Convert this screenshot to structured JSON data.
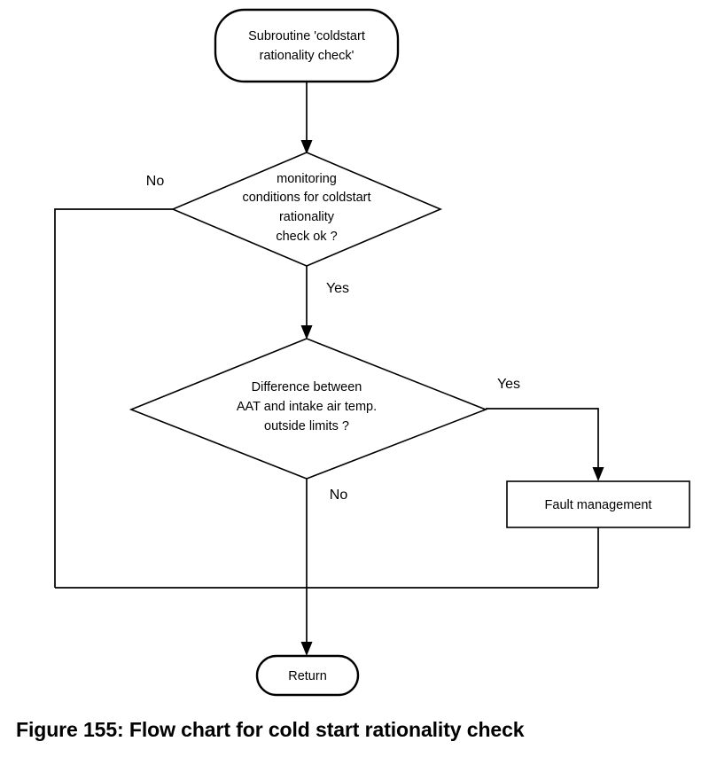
{
  "figure": {
    "caption": "Figure 155: Flow chart for cold start rationality check",
    "background_color": "#ffffff",
    "line_color": "#000000"
  },
  "chart_data": {
    "type": "diagram",
    "diagram_kind": "flowchart",
    "title": "Figure 155: Flow chart for cold start rationality check",
    "nodes": [
      {
        "id": "start",
        "shape": "terminal",
        "lines": [
          "Subroutine 'coldstart",
          "rationality check'"
        ],
        "text": "Subroutine 'coldstart rationality check'"
      },
      {
        "id": "decision1",
        "shape": "diamond",
        "lines": [
          "monitoring",
          "conditions for coldstart",
          "rationality",
          "check ok ?"
        ],
        "text": "monitoring conditions for coldstart rationality check ok ?"
      },
      {
        "id": "decision2",
        "shape": "diamond",
        "lines": [
          "Difference between",
          "AAT and intake air temp.",
          "outside limits ?"
        ],
        "text": "Difference between AAT and intake air temp. outside limits ?"
      },
      {
        "id": "fault",
        "shape": "process",
        "lines": [
          "Fault management"
        ],
        "text": "Fault management"
      },
      {
        "id": "return",
        "shape": "terminal",
        "lines": [
          "Return"
        ],
        "text": "Return"
      }
    ],
    "edges": [
      {
        "from": "start",
        "to": "decision1",
        "label": ""
      },
      {
        "from": "decision1",
        "to": "merge",
        "label": "No"
      },
      {
        "from": "decision1",
        "to": "decision2",
        "label": "Yes"
      },
      {
        "from": "decision2",
        "to": "fault",
        "label": "Yes"
      },
      {
        "from": "decision2",
        "to": "merge",
        "label": "No"
      },
      {
        "from": "fault",
        "to": "merge",
        "label": ""
      },
      {
        "from": "merge",
        "to": "return",
        "label": ""
      }
    ],
    "edge_labels": {
      "decision1_no": "No",
      "decision1_yes": "Yes",
      "decision2_yes": "Yes",
      "decision2_no": "No"
    }
  },
  "nodes": {
    "start": {
      "line1": "Subroutine 'coldstart",
      "line2": "rationality check'"
    },
    "decision1": {
      "line1": "monitoring",
      "line2": "conditions for coldstart",
      "line3": "rationality",
      "line4": "check ok ?"
    },
    "decision2": {
      "line1": "Difference between",
      "line2": "AAT and intake air temp.",
      "line3": "outside limits ?"
    },
    "fault": {
      "line1": "Fault management"
    },
    "end": {
      "line1": "Return"
    }
  },
  "labels": {
    "decision1_no": "No",
    "decision1_yes": "Yes",
    "decision2_yes": "Yes",
    "decision2_no": "No"
  }
}
